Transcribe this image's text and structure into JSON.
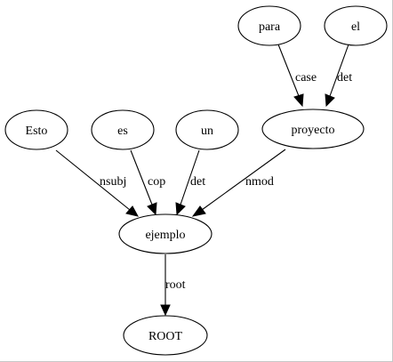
{
  "graph": {
    "nodes": [
      {
        "id": "para",
        "label": "para"
      },
      {
        "id": "el",
        "label": "el"
      },
      {
        "id": "esto",
        "label": "Esto"
      },
      {
        "id": "es",
        "label": "es"
      },
      {
        "id": "un",
        "label": "un"
      },
      {
        "id": "proyecto",
        "label": "proyecto"
      },
      {
        "id": "ejemplo",
        "label": "ejemplo"
      },
      {
        "id": "root",
        "label": "ROOT"
      }
    ],
    "edges": [
      {
        "id": "e-para-proyecto",
        "from": "para",
        "to": "proyecto",
        "label": "case"
      },
      {
        "id": "e-el-proyecto",
        "from": "el",
        "to": "proyecto",
        "label": "det"
      },
      {
        "id": "e-esto-ejemplo",
        "from": "esto",
        "to": "ejemplo",
        "label": "nsubj"
      },
      {
        "id": "e-es-ejemplo",
        "from": "es",
        "to": "ejemplo",
        "label": "cop"
      },
      {
        "id": "e-un-ejemplo",
        "from": "un",
        "to": "ejemplo",
        "label": "det"
      },
      {
        "id": "e-proyecto-ejemplo",
        "from": "proyecto",
        "to": "ejemplo",
        "label": "nmod"
      },
      {
        "id": "e-ejemplo-root",
        "from": "ejemplo",
        "to": "root",
        "label": "root"
      }
    ]
  }
}
